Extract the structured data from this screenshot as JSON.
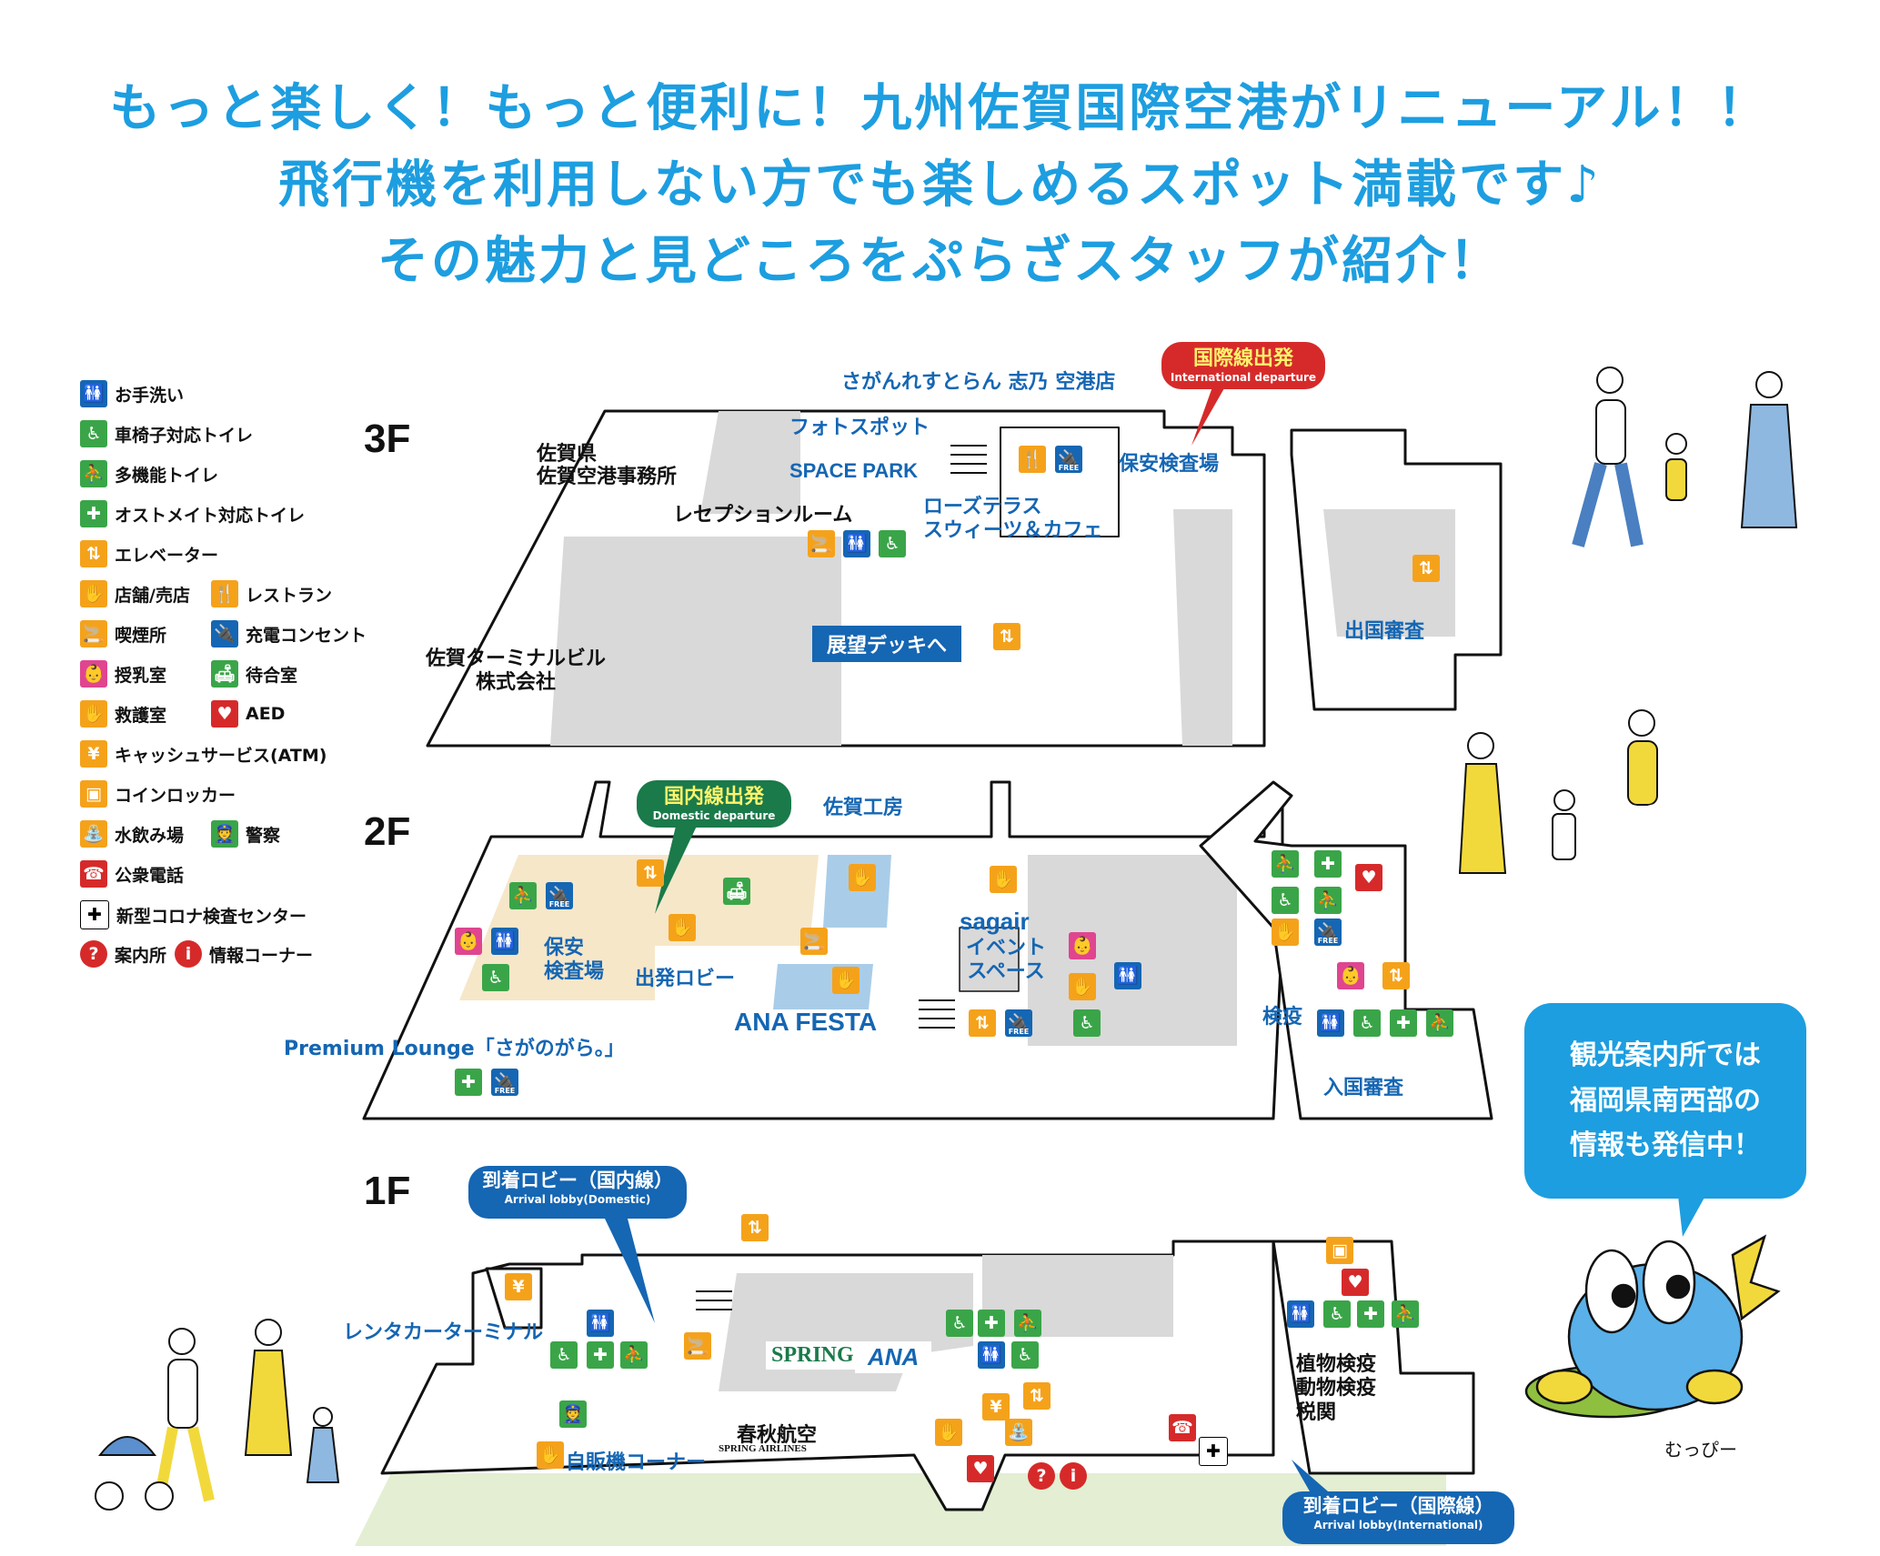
{
  "headline": {
    "line1": "もっと楽しく！もっと便利に！九州佐賀国際空港がリニューアル！！",
    "line2": "飛行機を利用しない方でも楽しめるスポット満載です♪",
    "line3": "その魅力と見どころをぷらざスタッフが紹介！"
  },
  "colors": {
    "accent_blue": "#1d9ee0",
    "dark_blue": "#1566b3",
    "orange": "#f5a21b",
    "green": "#3aa548",
    "pink": "#e0458f",
    "red": "#d62a2a",
    "floor_gray": "#d9d9d9",
    "shop_beige": "#f6e7c9",
    "yellow": "#f2d93b"
  },
  "legend": [
    {
      "icon": "restroom-icon",
      "label": "お手洗い",
      "color": "blue",
      "glyph": "🚻"
    },
    {
      "icon": "wheelchair-restroom-icon",
      "label": "車椅子対応トイレ",
      "color": "green",
      "glyph": "♿"
    },
    {
      "icon": "multipurpose-restroom-icon",
      "label": "多機能トイレ",
      "color": "green",
      "glyph": "⛹"
    },
    {
      "icon": "ostomate-restroom-icon",
      "label": "オストメイト対応トイレ",
      "color": "green",
      "glyph": "✚"
    },
    {
      "icon": "elevator-icon",
      "label": "エレベーター",
      "color": "orange",
      "glyph": "⇅"
    },
    {
      "icon": "shop-icon",
      "label": "店舗/売店",
      "color": "orange",
      "glyph": "✋"
    },
    {
      "icon": "restaurant-icon",
      "label": "レストラン",
      "color": "orange",
      "glyph": "🍴"
    },
    {
      "icon": "smoking-area-icon",
      "label": "喫煙所",
      "color": "orange",
      "glyph": "🚬"
    },
    {
      "icon": "charging-outlet-icon",
      "label": "充電コンセント",
      "color": "blue",
      "glyph": "🔌"
    },
    {
      "icon": "nursing-room-icon",
      "label": "授乳室",
      "color": "pink",
      "glyph": "👶"
    },
    {
      "icon": "waiting-room-icon",
      "label": "待合室",
      "color": "green",
      "glyph": "🛋"
    },
    {
      "icon": "first-aid-room-icon",
      "label": "救護室",
      "color": "orange",
      "glyph": "✋"
    },
    {
      "icon": "aed-icon",
      "label": "AED",
      "color": "red",
      "glyph": "♥"
    },
    {
      "icon": "atm-icon",
      "label": "キャッシュサービス(ATM)",
      "color": "orange",
      "glyph": "¥"
    },
    {
      "icon": "coin-locker-icon",
      "label": "コインロッカー",
      "color": "orange",
      "glyph": "▣"
    },
    {
      "icon": "drinking-fountain-icon",
      "label": "水飲み場",
      "color": "orange",
      "glyph": "⛲"
    },
    {
      "icon": "police-icon",
      "label": "警察",
      "color": "green",
      "glyph": "👮"
    },
    {
      "icon": "public-phone-icon",
      "label": "公衆電話",
      "color": "red",
      "glyph": "☎"
    },
    {
      "icon": "covid-test-center-icon",
      "label": "新型コロナ検査センター",
      "color": "white",
      "glyph": "✚"
    },
    {
      "icon": "information-desk-icon",
      "label": "案内所",
      "color": "red",
      "glyph": "?"
    },
    {
      "icon": "information-corner-icon",
      "label": "情報コーナー",
      "color": "red",
      "glyph": "i"
    }
  ],
  "floors": {
    "f3": {
      "label": "3F",
      "labels": {
        "restaurant": "さがんれすとらん 志乃 空港店",
        "photo_spot": "フォトスポット",
        "space_park": "SPACE PARK",
        "office": "佐賀県\n佐賀空港事務所",
        "reception": "レセプションルーム",
        "rose_terrace": "ローズテラス\nスウィーツ＆カフェ",
        "security": "保安検査場",
        "terminal_company": "佐賀ターミナルビル\n株式会社",
        "deck": "展望デッキへ",
        "emigration": "出国審査"
      },
      "callout": {
        "jp": "国際線出発",
        "en": "International departure"
      }
    },
    "f2": {
      "label": "2F",
      "labels": {
        "saga_kobo": "佐賀工房",
        "security": "保安\n検査場",
        "departure_lobby": "出発ロビー",
        "sagair": "sagair",
        "event_space": "イベント\nスペース",
        "ana_festa": "ANA FESTA",
        "lounge": "Premium Lounge「さがのがら。」",
        "quarantine": "検疫",
        "immigration": "入国審査"
      },
      "callout": {
        "jp": "国内線出発",
        "en": "Domestic departure"
      }
    },
    "f1": {
      "label": "1F",
      "labels": {
        "rental_car": "レンタカーターミナル",
        "vending": "自販機コーナー",
        "spring": "SPRING",
        "ana": "ANA",
        "spring_airlines": "春秋航空",
        "spring_airlines_en": "SPRING AIRLINES",
        "customs": "植物検疫\n動物検疫\n税関"
      },
      "callout_domestic": {
        "jp": "到着ロビー（国内線）",
        "en": "Arrival lobby(Domestic)"
      },
      "callout_international": {
        "jp": "到着ロビー（国際線）",
        "en": "Arrival lobby(International)"
      }
    }
  },
  "bubble": {
    "line1": "観光案内所では",
    "line2": "福岡県南西部の",
    "line3": "情報も発信中！"
  },
  "mascot": {
    "name": "むっぴー"
  }
}
